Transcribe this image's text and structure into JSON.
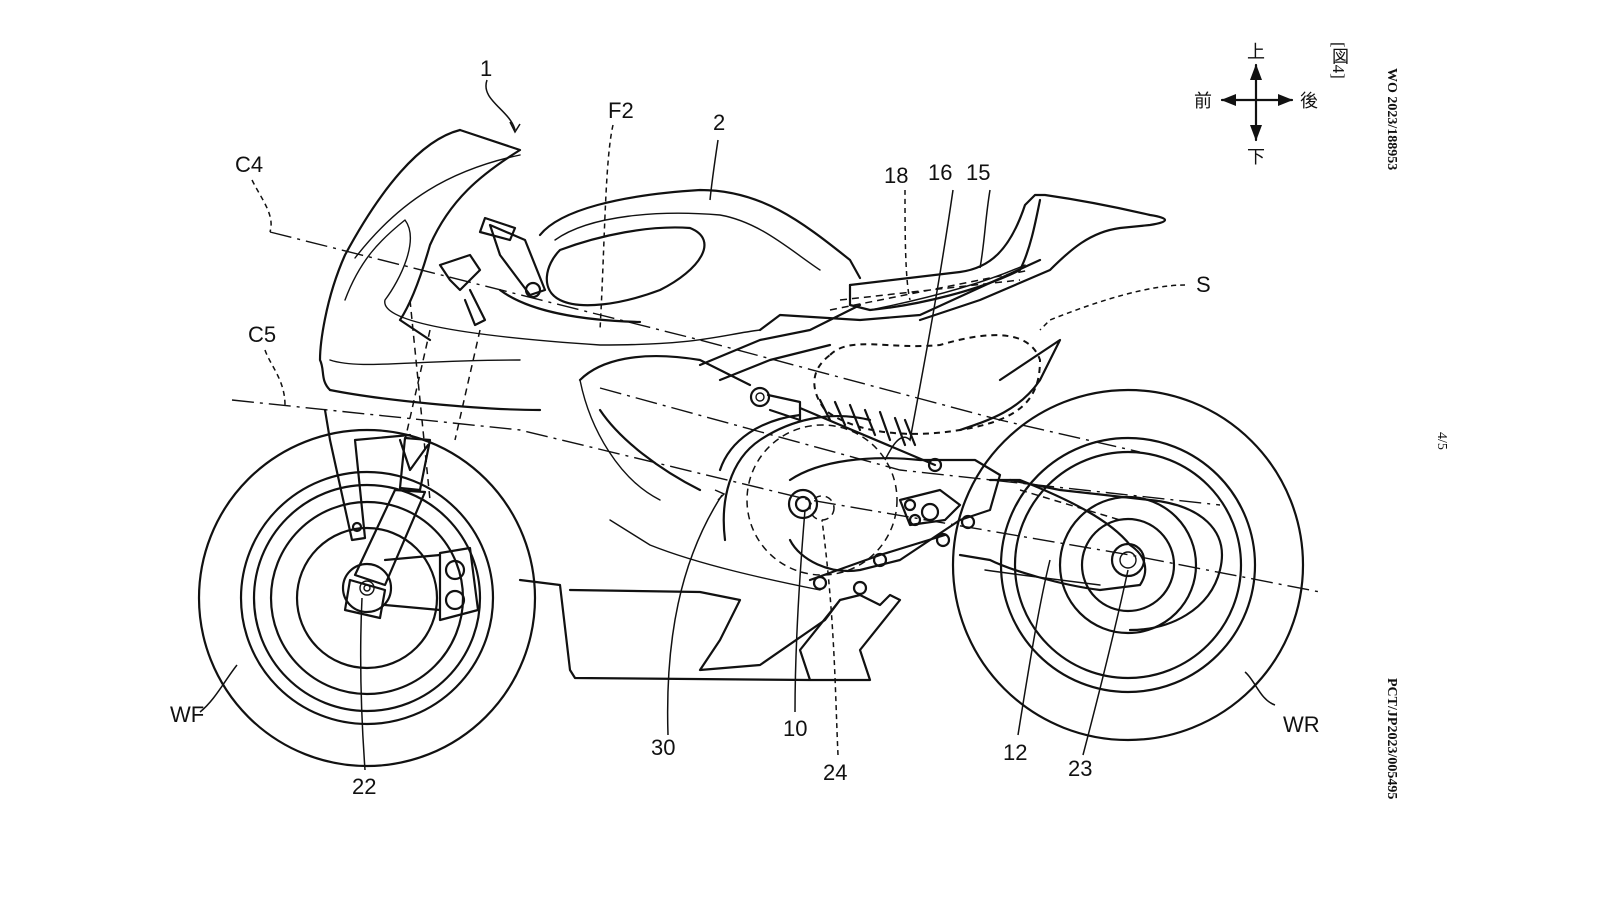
{
  "document": {
    "publication_number": "WO 2023/188953",
    "application_number": "PCT/JP2023/005495",
    "page_indicator": "4/5",
    "figure_label": "[図4]"
  },
  "orientation_legend": {
    "up": "上",
    "down": "下",
    "front": "前",
    "rear": "後"
  },
  "reference_labels": [
    {
      "id": "1",
      "text": "1"
    },
    {
      "id": "2",
      "text": "2"
    },
    {
      "id": "F2",
      "text": "F2"
    },
    {
      "id": "C4",
      "text": "C4"
    },
    {
      "id": "C5",
      "text": "C5"
    },
    {
      "id": "18",
      "text": "18"
    },
    {
      "id": "16",
      "text": "16"
    },
    {
      "id": "15",
      "text": "15"
    },
    {
      "id": "S",
      "text": "S"
    },
    {
      "id": "WF",
      "text": "WF"
    },
    {
      "id": "22",
      "text": "22"
    },
    {
      "id": "30",
      "text": "30"
    },
    {
      "id": "10",
      "text": "10"
    },
    {
      "id": "24",
      "text": "24"
    },
    {
      "id": "12",
      "text": "12"
    },
    {
      "id": "23",
      "text": "23"
    },
    {
      "id": "WR",
      "text": "WR"
    }
  ]
}
